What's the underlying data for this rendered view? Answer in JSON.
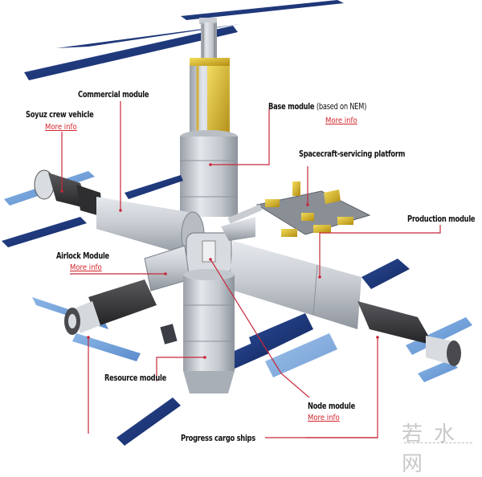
{
  "diagram": {
    "subject": "Modular space station illustration",
    "colors": {
      "leader_line": "#c8283a",
      "link": "#d2232a",
      "solar_panel_dark": "#1d3577",
      "solar_panel_light": "#6f9fd8",
      "module_gray": "#c8ccd2",
      "gold_foil": "#d8b528",
      "soyuz_dark": "#3a3a3c"
    },
    "labels": {
      "commercial_module": {
        "text": "Commercial module"
      },
      "soyuz": {
        "text": "Soyuz crew vehicle",
        "link": "More info"
      },
      "base_module": {
        "text": "Base module",
        "note": "(based on NEM)",
        "link": "More info"
      },
      "servicing_platform": {
        "text": "Spacecraft-servicing platform"
      },
      "production_module": {
        "text": "Production module"
      },
      "airlock_module": {
        "text": "Airlock Module",
        "link": "More info"
      },
      "resource_module": {
        "text": "Resource module"
      },
      "node_module": {
        "text": "Node module",
        "link": "More info"
      },
      "progress_ships": {
        "text": "Progress cargo ships"
      }
    },
    "watermark": "若水网"
  }
}
